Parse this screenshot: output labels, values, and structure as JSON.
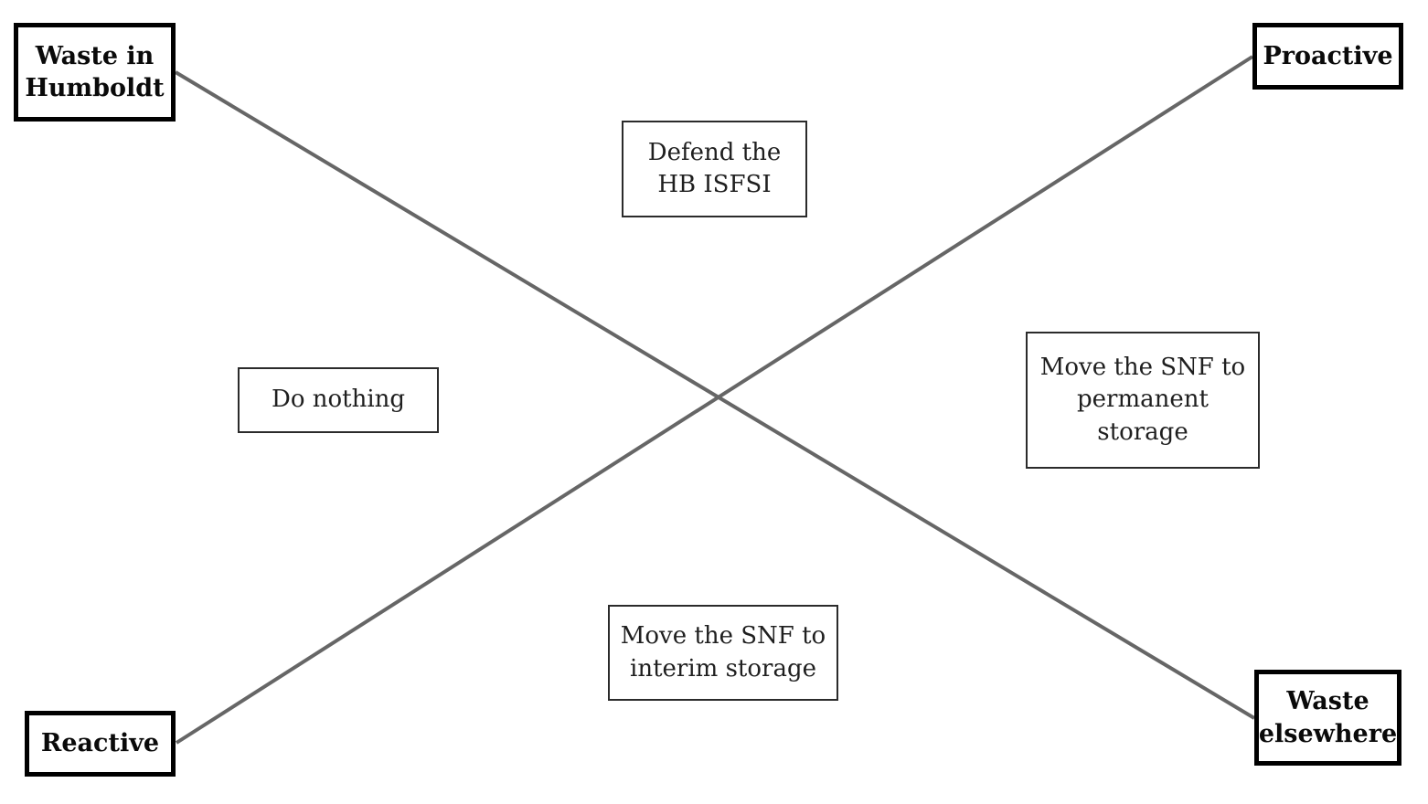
{
  "diagram": {
    "type": "strategy-axis-diagram",
    "corners": [
      {
        "id": "waste-in-humboldt",
        "label": "Waste in\nHumboldt"
      },
      {
        "id": "proactive",
        "label": "Proactive"
      },
      {
        "id": "reactive",
        "label": "Reactive"
      },
      {
        "id": "waste-elsewhere",
        "label": "Waste\nelsewhere"
      }
    ],
    "strategies": [
      {
        "id": "defend-hb-isfsi",
        "label": "Defend the\nHB ISFSI"
      },
      {
        "id": "do-nothing",
        "label": "Do nothing"
      },
      {
        "id": "move-snf-permanent",
        "label": "Move the SNF to\npermanent\nstorage"
      },
      {
        "id": "move-snf-interim",
        "label": "Move the SNF to\ninterim storage"
      }
    ],
    "edges": [
      {
        "from": "waste-in-humboldt",
        "to": "waste-elsewhere"
      },
      {
        "from": "reactive",
        "to": "proactive"
      }
    ],
    "colors": {
      "line": "#666666",
      "corner_border": "#000000",
      "strategy_border": "#2b2b2b",
      "background": "#ffffff"
    }
  }
}
